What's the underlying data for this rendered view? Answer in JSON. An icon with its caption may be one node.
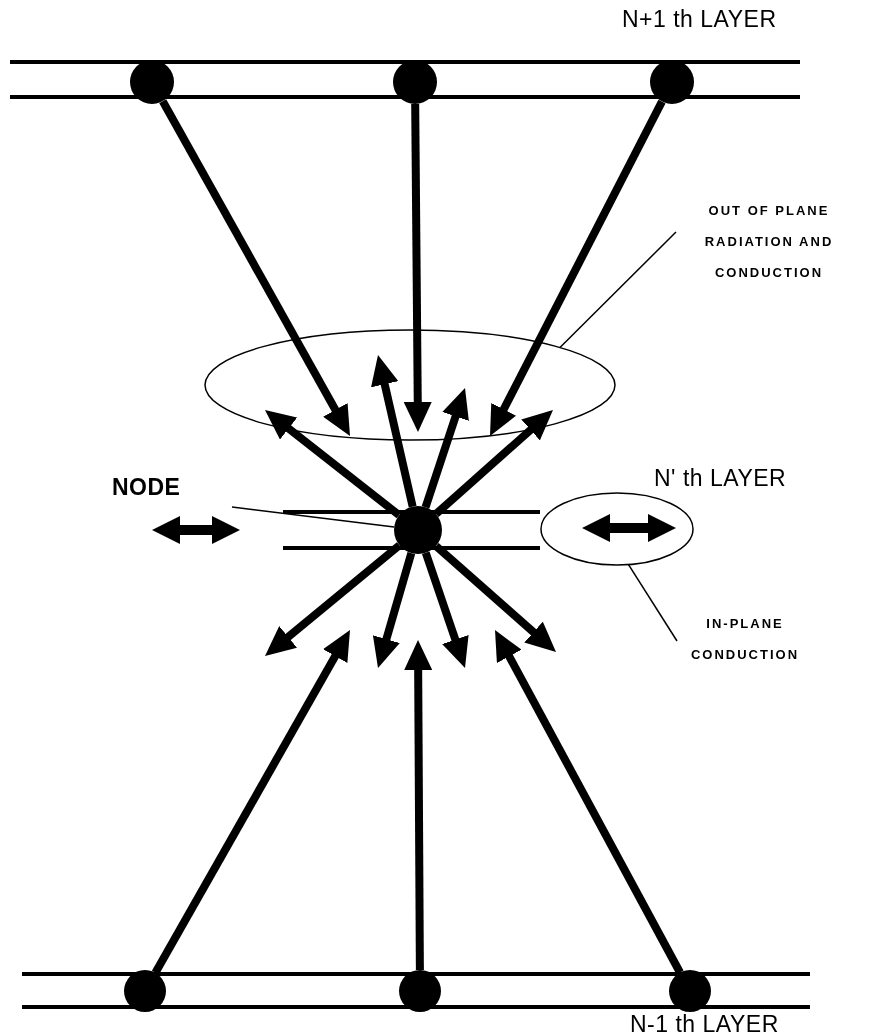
{
  "diagram": {
    "nodes": [
      {
        "text": [],
        "shape": "circle"
      },
      {
        "text": [],
        "shape": "circle"
      },
      {
        "text": [],
        "shape": "circle"
      },
      {
        "text": [
          "OUT OF PLANE RADIATION AND CONDUCTION"
        ]
      },
      {
        "text": [],
        "shape": "ellipse"
      },
      {
        "text": [
          "NODE"
        ]
      },
      {
        "text": [],
        "shape": "circle"
      },
      {
        "text": [],
        "shape": "ellipse"
      },
      {
        "text": [
          "IN-PLANE CONDUCTION"
        ]
      },
      {
        "text": [],
        "shape": "circle"
      },
      {
        "text": [],
        "shape": "circle"
      },
      {
        "text": [],
        "shape": "circle"
      }
    ],
    "edges": [
      {
        "from": 0,
        "to": 4,
        "arrow": "to"
      },
      {
        "from": 1,
        "to": 4,
        "arrow": "to"
      },
      {
        "from": 2,
        "to": 4,
        "arrow": "to"
      },
      {
        "from": 6,
        "to": 4,
        "arrow": "to"
      },
      {
        "from": 6,
        "to": 4,
        "arrow": "to"
      },
      {
        "from": 6,
        "to": 4,
        "arrow": "to"
      },
      {
        "from": 6,
        "to": 4,
        "arrow": "to"
      },
      {
        "from": 6,
        "to": null,
        "arrow": "to"
      },
      {
        "from": 6,
        "to": null,
        "arrow": "to"
      },
      {
        "from": 6,
        "to": null,
        "arrow": "to"
      },
      {
        "from": 6,
        "to": null,
        "arrow": "to"
      },
      {
        "from": 9,
        "to": null,
        "arrow": "to"
      },
      {
        "from": 10,
        "to": null,
        "arrow": "to"
      },
      {
        "from": 11,
        "to": null,
        "arrow": "to"
      },
      {
        "from": 3,
        "to": 4,
        "arrow": "none"
      },
      {
        "from": 5,
        "to": 6,
        "arrow": "none"
      },
      {
        "from": 8,
        "to": 7,
        "arrow": "none"
      }
    ],
    "labels": [
      "N+1 th LAYER",
      "N' th LAYER",
      "N-1 th LAYER"
    ]
  }
}
